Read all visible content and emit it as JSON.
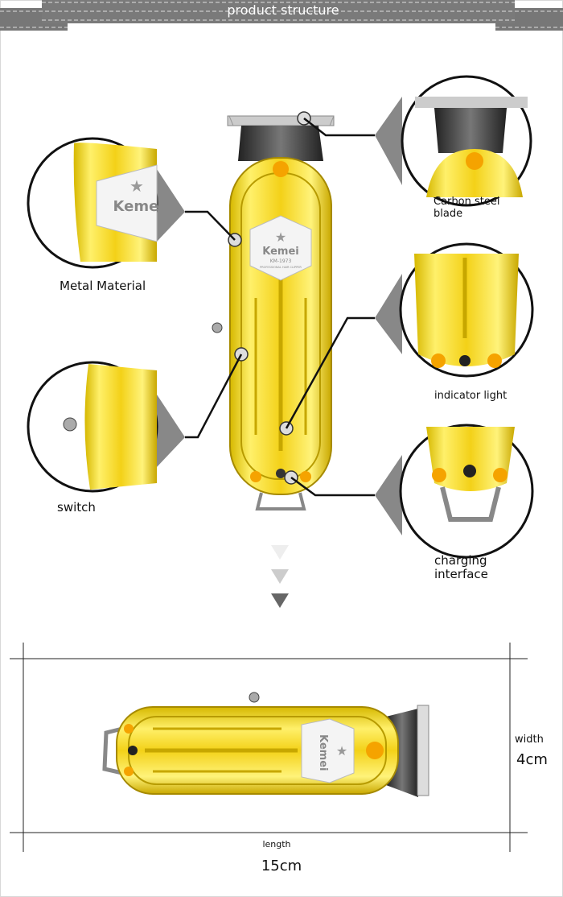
{
  "header": {
    "title": "product structure"
  },
  "brand": {
    "name": "Kemei",
    "model": "KM-1973",
    "tagline": "PROFESSIONAL HAIR CLIPPER"
  },
  "callouts": [
    {
      "label_line1": "Carbon steel",
      "label_line2": "blade"
    },
    {
      "label_line1": "Metal Material"
    },
    {
      "label_line1": "indicator light"
    },
    {
      "label_line1": "switch"
    },
    {
      "label_line1": "charging",
      "label_line2": "interface"
    }
  ],
  "dimensions": {
    "width_label": "width",
    "width_value": "4cm",
    "length_label": "length",
    "length_value": "15cm"
  },
  "colors": {
    "banner": "#7a7a7a",
    "gold": "#f2d21a",
    "gold_dark": "#b89a00",
    "accent": "#f5a300"
  }
}
